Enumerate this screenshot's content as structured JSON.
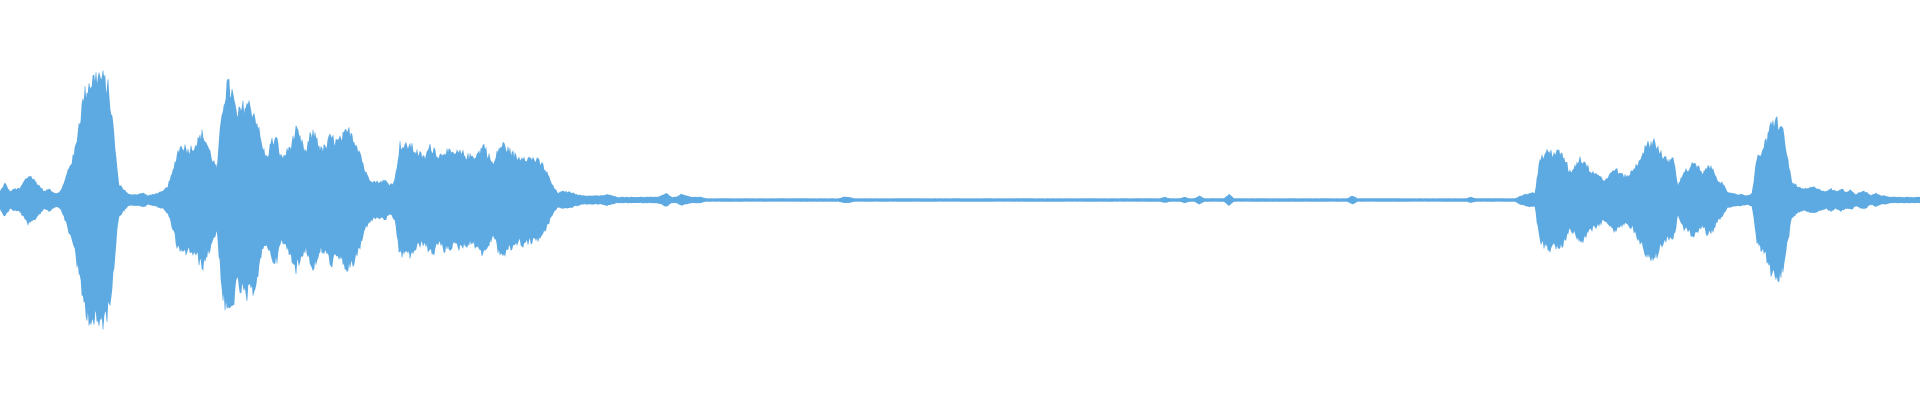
{
  "waveform": {
    "color": "#5DA9E1",
    "background": "#FFFFFF",
    "style": "symmetric",
    "amplitude_envelope": [
      0.06,
      0.12,
      0.06,
      0.08,
      0.08,
      0.14,
      0.18,
      0.14,
      0.1,
      0.06,
      0.08,
      0.05,
      0.05,
      0.12,
      0.24,
      0.32,
      0.55,
      0.75,
      0.84,
      0.88,
      0.9,
      0.87,
      0.8,
      0.5,
      0.12,
      0.08,
      0.04,
      0.04,
      0.04,
      0.05,
      0.03,
      0.04,
      0.05,
      0.06,
      0.1,
      0.2,
      0.35,
      0.4,
      0.36,
      0.38,
      0.42,
      0.48,
      0.4,
      0.3,
      0.22,
      0.66,
      0.83,
      0.78,
      0.6,
      0.66,
      0.7,
      0.66,
      0.58,
      0.4,
      0.3,
      0.42,
      0.44,
      0.3,
      0.34,
      0.4,
      0.5,
      0.42,
      0.34,
      0.48,
      0.47,
      0.36,
      0.38,
      0.46,
      0.42,
      0.43,
      0.48,
      0.5,
      0.42,
      0.34,
      0.2,
      0.15,
      0.13,
      0.13,
      0.14,
      0.11,
      0.14,
      0.4,
      0.38,
      0.4,
      0.36,
      0.33,
      0.3,
      0.38,
      0.37,
      0.31,
      0.36,
      0.34,
      0.33,
      0.34,
      0.33,
      0.31,
      0.32,
      0.34,
      0.4,
      0.32,
      0.25,
      0.37,
      0.4,
      0.36,
      0.33,
      0.3,
      0.32,
      0.3,
      0.3,
      0.28,
      0.25,
      0.18,
      0.1,
      0.05,
      0.06,
      0.06,
      0.05,
      0.04,
      0.03,
      0.03,
      0.03,
      0.03,
      0.03,
      0.04,
      0.03,
      0.02,
      0.02,
      0.02,
      0.02,
      0.02,
      0.02,
      0.02,
      0.02,
      0.02,
      0.03,
      0.05,
      0.02,
      0.02,
      0.04,
      0.03,
      0.02,
      0.02,
      0.02,
      0.01,
      0.01,
      0.01,
      0.01,
      0.01,
      0.01,
      0.01,
      0.01,
      0.01,
      0.01,
      0.01,
      0.01,
      0.01,
      0.01,
      0.01,
      0.01,
      0.01,
      0.01,
      0.01,
      0.01,
      0.01,
      0.01,
      0.01,
      0.01,
      0.01,
      0.01,
      0.01,
      0.01,
      0.02,
      0.02,
      0.01,
      0.01,
      0.01,
      0.01,
      0.01,
      0.01,
      0.01,
      0.01,
      0.01,
      0.01,
      0.01,
      0.01,
      0.01,
      0.01,
      0.01,
      0.01,
      0.01,
      0.01,
      0.01,
      0.01,
      0.01,
      0.01,
      0.01,
      0.01,
      0.01,
      0.01,
      0.01,
      0.01,
      0.01,
      0.01,
      0.01,
      0.01,
      0.01,
      0.01,
      0.01,
      0.01,
      0.01,
      0.01,
      0.01,
      0.01,
      0.01,
      0.01,
      0.01,
      0.01,
      0.01,
      0.01,
      0.01,
      0.01,
      0.01,
      0.01,
      0.01,
      0.01,
      0.01,
      0.01,
      0.01,
      0.01,
      0.01,
      0.01,
      0.01,
      0.01,
      0.01,
      0.01,
      0.01,
      0.02,
      0.01,
      0.01,
      0.01,
      0.02,
      0.01,
      0.01,
      0.03,
      0.01,
      0.01,
      0.01,
      0.01,
      0.01,
      0.04,
      0.01,
      0.01,
      0.01,
      0.01,
      0.01,
      0.01,
      0.01,
      0.01,
      0.01,
      0.01,
      0.01,
      0.01,
      0.01,
      0.01,
      0.01,
      0.01,
      0.01,
      0.01,
      0.01,
      0.01,
      0.01,
      0.01,
      0.01,
      0.01,
      0.03,
      0.01,
      0.01,
      0.01,
      0.01,
      0.01,
      0.01,
      0.01,
      0.01,
      0.01,
      0.01,
      0.01,
      0.01,
      0.01,
      0.01,
      0.01,
      0.01,
      0.01,
      0.01,
      0.01,
      0.01,
      0.01,
      0.01,
      0.01,
      0.02,
      0.01,
      0.01,
      0.01,
      0.01,
      0.01,
      0.01,
      0.01,
      0.01,
      0.01,
      0.03,
      0.04,
      0.05,
      0.05,
      0.3,
      0.33,
      0.35,
      0.34,
      0.34,
      0.3,
      0.2,
      0.24,
      0.3,
      0.28,
      0.22,
      0.2,
      0.18,
      0.14,
      0.17,
      0.23,
      0.2,
      0.17,
      0.18,
      0.22,
      0.28,
      0.36,
      0.4,
      0.43,
      0.38,
      0.3,
      0.28,
      0.3,
      0.1,
      0.2,
      0.22,
      0.26,
      0.24,
      0.18,
      0.25,
      0.22,
      0.15,
      0.12,
      0.05,
      0.05,
      0.04,
      0.04,
      0.03,
      0.05,
      0.3,
      0.36,
      0.43,
      0.56,
      0.57,
      0.53,
      0.34,
      0.13,
      0.1,
      0.08,
      0.08,
      0.09,
      0.09,
      0.07,
      0.06,
      0.08,
      0.06,
      0.08,
      0.06,
      0.07,
      0.04,
      0.06,
      0.06,
      0.03,
      0.05,
      0.03,
      0.03,
      0.02,
      0.02,
      0.02,
      0.02,
      0.02,
      0.02,
      0.02
    ]
  }
}
